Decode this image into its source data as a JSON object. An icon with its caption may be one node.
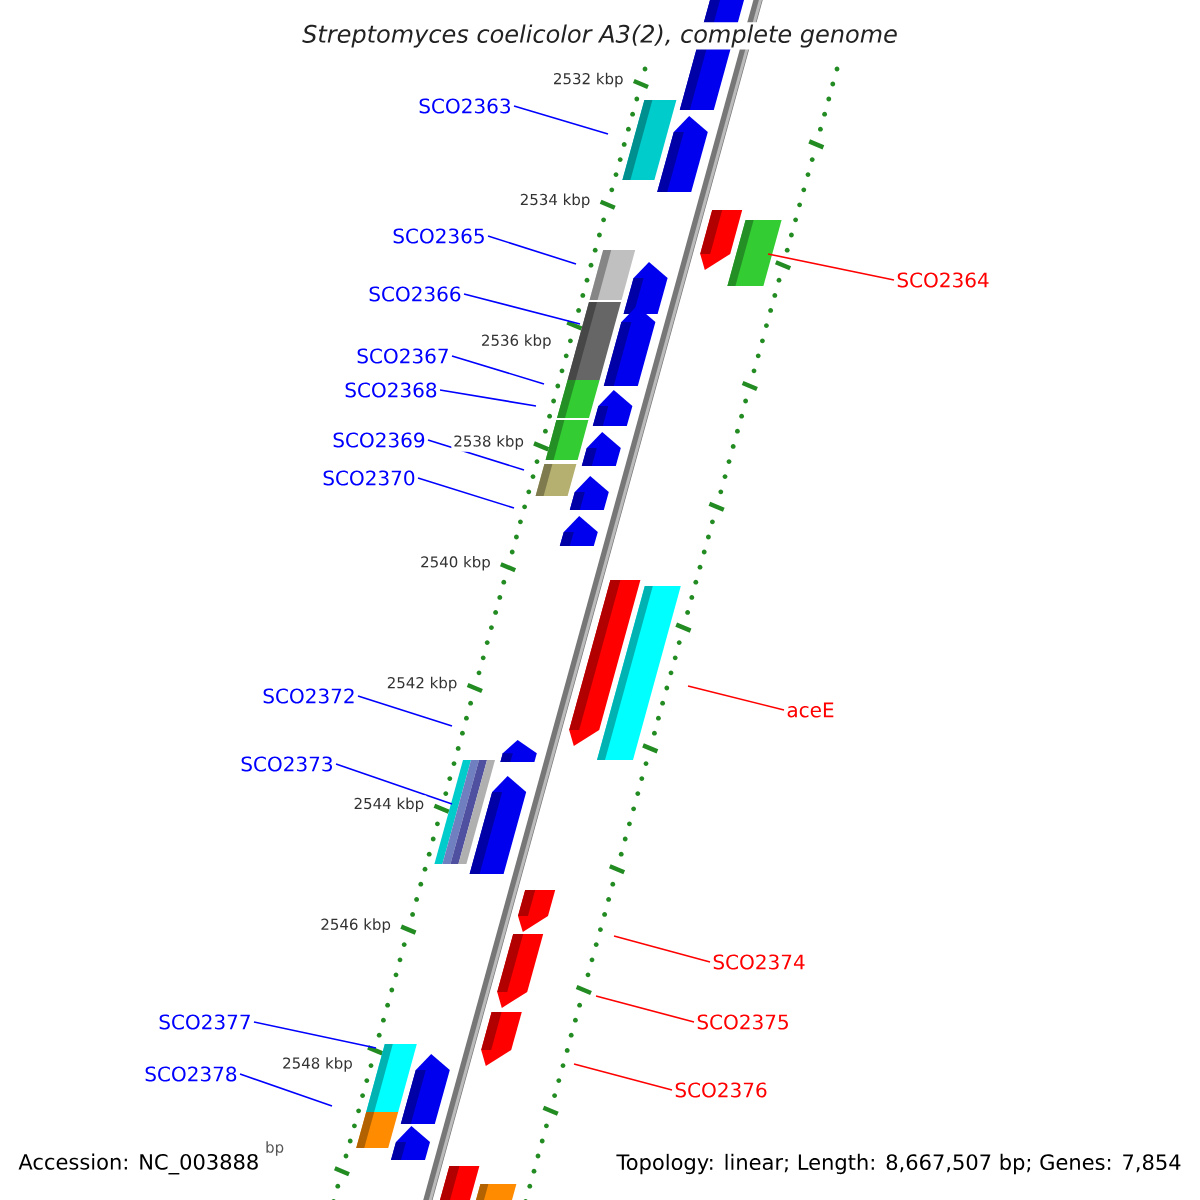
{
  "diagram": {
    "title": "Streptomyces coelicolor A3(2), complete genome",
    "nodes": [
      {
        "text": [
          "SCO2363"
        ]
      },
      {
        "text": [
          "SCO2365"
        ]
      },
      {
        "text": [
          "SCO2364"
        ]
      },
      {
        "text": [
          "SCO2366"
        ]
      },
      {
        "text": [
          "SCO2367"
        ]
      },
      {
        "text": [
          "SCO2368"
        ]
      },
      {
        "text": [
          "SCO2369"
        ]
      },
      {
        "text": [
          "SCO2370"
        ]
      },
      {
        "text": [
          "SCO2372"
        ]
      },
      {
        "text": [
          "aceE"
        ]
      },
      {
        "text": [
          "SCO2373"
        ]
      },
      {
        "text": [
          "SCO2374"
        ]
      },
      {
        "text": [
          "SCO2375"
        ]
      },
      {
        "text": [
          "SCO2377"
        ]
      },
      {
        "text": [
          "SCO2378"
        ]
      },
      {
        "text": [
          "SCO2376"
        ]
      }
    ],
    "edges": [
      {
        "from": 0,
        "to": null,
        "arrow": "none"
      },
      {
        "from": 1,
        "to": null,
        "arrow": "none"
      },
      {
        "from": 2,
        "to": null,
        "arrow": "none",
        "color": "#ff0000"
      },
      {
        "from": 3,
        "to": null,
        "arrow": "none"
      },
      {
        "from": 4,
        "to": null,
        "arrow": "none"
      },
      {
        "from": 5,
        "to": null,
        "arrow": "none"
      },
      {
        "from": 6,
        "to": null,
        "arrow": "none"
      },
      {
        "from": 7,
        "to": null,
        "arrow": "none"
      },
      {
        "from": 8,
        "to": null,
        "arrow": "none"
      },
      {
        "from": 9,
        "to": null,
        "arrow": "none",
        "color": "#ff0000"
      },
      {
        "from": 10,
        "to": null,
        "arrow": "none"
      },
      {
        "from": 11,
        "to": null,
        "arrow": "none",
        "color": "#ff0000"
      },
      {
        "from": 12,
        "to": null,
        "arrow": "none",
        "color": "#ff0000"
      },
      {
        "from": 13,
        "to": null,
        "arrow": "none"
      },
      {
        "from": 14,
        "to": null,
        "arrow": "none"
      },
      {
        "from": 15,
        "to": null,
        "arrow": "none",
        "color": "#ff0000"
      }
    ],
    "labels": [
      "2532 kbp",
      "2534 kbp",
      "2536 kbp",
      "2538 kbp",
      "2540 kbp",
      "2542 kbp",
      "2544 kbp",
      "2546 kbp",
      "2548 kbp",
      "bp",
      "Accession: NC_003888",
      "Topology: linear; Length: 8,667,507 bp; Genes: 7,854"
    ]
  }
}
